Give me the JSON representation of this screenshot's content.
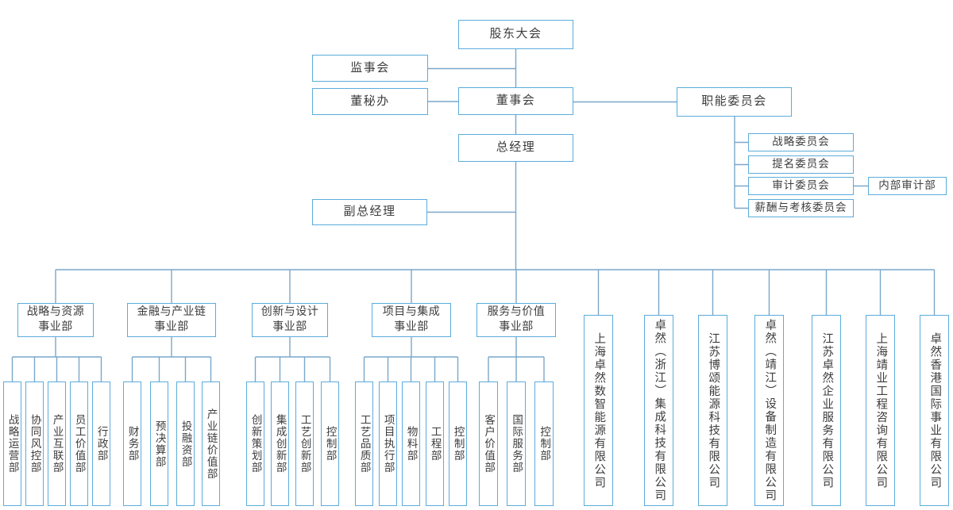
{
  "org": {
    "shareholders_meeting": "股东大会",
    "supervisory_board": "监事会",
    "board_secretary_office": "董秘办",
    "board_of_directors": "董事会",
    "functional_committees": "职能委员会",
    "committees": [
      "战略委员会",
      "提名委员会",
      "审计委员会",
      "薪酬与考核委员会"
    ],
    "internal_audit_dept": "内部审计部",
    "general_manager": "总经理",
    "deputy_general_manager": "副总经理",
    "divisions": [
      {
        "line1": "战略与资源",
        "line2": "事业部",
        "departments": [
          "战略运营部",
          "协同风控部",
          "产业互联部",
          "员工价值部",
          "行政部"
        ]
      },
      {
        "line1": "金融与产业链",
        "line2": "事业部",
        "departments": [
          "财务部",
          "预决算部",
          "投融资部",
          "产业链价值部"
        ]
      },
      {
        "line1": "创新与设计",
        "line2": "事业部",
        "departments": [
          "创新策划部",
          "集成创新部",
          "工艺创新部",
          "控制部"
        ]
      },
      {
        "line1": "项目与集成",
        "line2": "事业部",
        "departments": [
          "工艺品质部",
          "项目执行部",
          "物料部",
          "工程部",
          "控制部"
        ]
      },
      {
        "line1": "服务与价值",
        "line2": "事业部",
        "departments": [
          "客户价值部",
          "国际服务部",
          "控制部"
        ]
      }
    ],
    "subsidiaries": [
      "上海卓然数智能源有限公司",
      "卓然（浙江）集成科技有限公司",
      "江苏博颂能源科技有限公司",
      "卓然（靖江）设备制造有限公司",
      "江苏卓然企业服务有限公司",
      "上海靖业工程咨询有限公司",
      "卓然香港国际事业有限公司"
    ]
  },
  "colors": {
    "box_border": "#5BACDC",
    "line": "#7AA7CB",
    "text": "#3C3C3C",
    "background": "#FFFFFF"
  }
}
